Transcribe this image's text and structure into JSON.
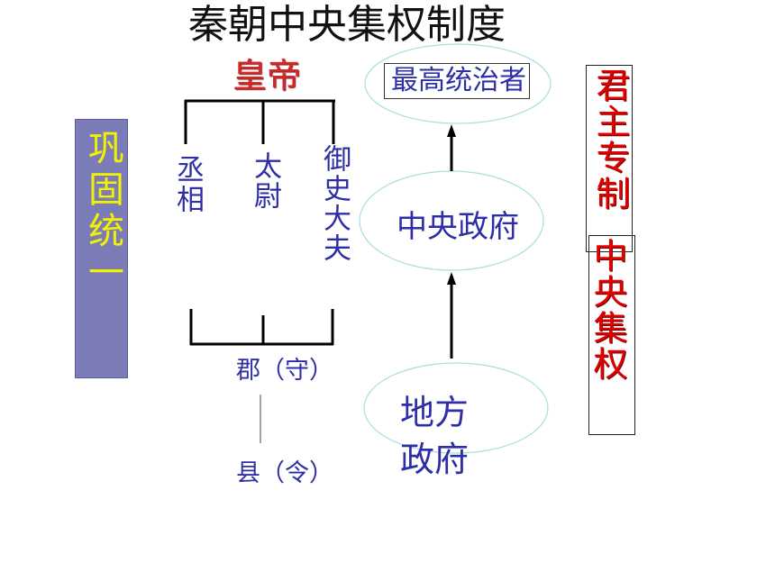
{
  "title": "秦朝中央集权制度",
  "emperor": "皇帝",
  "officials": {
    "chancellor": "丞相",
    "taiwei": "太尉",
    "censor": "御史大夫"
  },
  "local_admin": {
    "commandery": "郡（守）",
    "county": "县（令）"
  },
  "hierarchy": {
    "top": "最高统治者",
    "central": "中央政府",
    "local": "地方政府"
  },
  "purpose": "巩固统一",
  "features": {
    "autocracy": "君主专制",
    "centralization": "中央集权"
  },
  "colors": {
    "title": "#111111",
    "emperor": "#d62828",
    "body_text": "#2e2ea6",
    "purpose_bg": "#7b7bb8",
    "purpose_text": "#f2f200",
    "feature_text": "#e00000",
    "ellipse_stroke": "#a8dede"
  }
}
